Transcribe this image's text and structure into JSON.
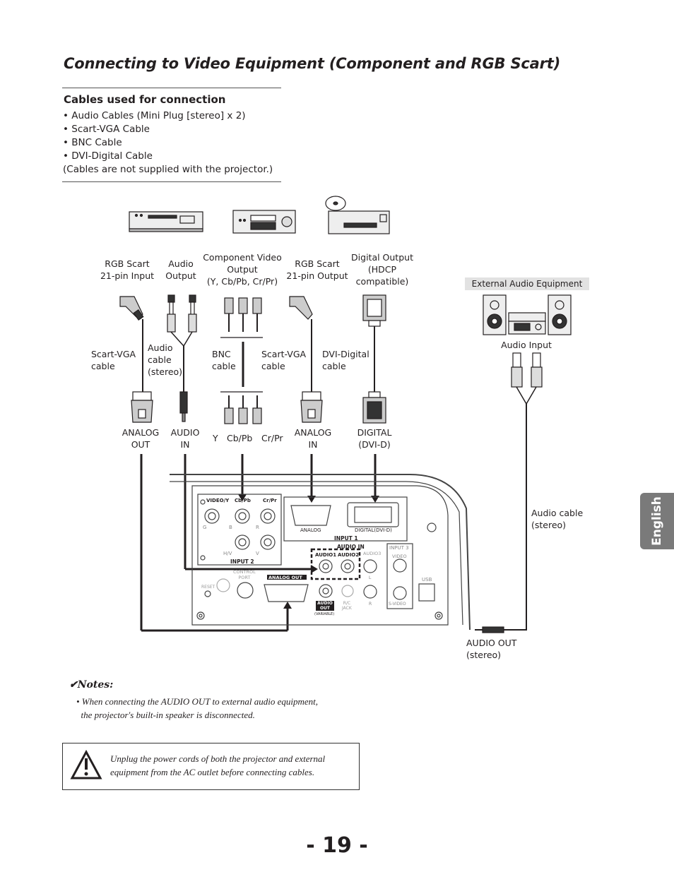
{
  "title": "Connecting to Video Equipment (Component and RGB Scart)",
  "cables": {
    "heading": "Cables used for connection",
    "items": [
      "• Audio Cables (Mini Plug [stereo] x 2)",
      "• Scart-VGA Cable",
      "• BNC Cable",
      "• DVI-Digital Cable",
      "(Cables are not supplied with the projector.)"
    ]
  },
  "sources": {
    "rgb_scart_input": [
      "RGB Scart",
      "21-pin Input"
    ],
    "audio_output": [
      "Audio",
      "Output"
    ],
    "component_output": [
      "Component Video",
      "Output",
      "(Y, Cb/Pb, Cr/Pr)"
    ],
    "rgb_scart_output": [
      "RGB Scart",
      "21-pin Output"
    ],
    "digital_output": [
      "Digital Output",
      "(HDCP",
      "compatible)"
    ]
  },
  "external_audio": "External Audio Equipment",
  "audio_input": "Audio Input",
  "cable_labels": {
    "scart_vga_1": [
      "Scart-VGA",
      "cable"
    ],
    "audio_cable": [
      "Audio",
      "cable",
      "(stereo)"
    ],
    "bnc": [
      "BNC",
      "cable"
    ],
    "scart_vga_2": [
      "Scart-VGA",
      "cable"
    ],
    "dvi": [
      "DVI-Digital",
      "cable"
    ],
    "audio_cable_right": [
      "Audio cable",
      "(stereo)"
    ]
  },
  "terminals": {
    "analog_out": [
      "ANALOG",
      "OUT"
    ],
    "audio_in": [
      "AUDIO",
      "IN"
    ],
    "y": "Y",
    "cbpb": "Cb/Pb",
    "crpr": "Cr/Pr",
    "analog_in": [
      "ANALOG",
      "IN"
    ],
    "digital": [
      "DIGITAL",
      "(DVI-D)"
    ],
    "audio_out": [
      "AUDIO OUT",
      "(stereo)"
    ]
  },
  "panel": {
    "video_y": "VIDEO/Y",
    "cb_pb": "Cb/Pb",
    "cr_pr": "Cr/Pr",
    "g": "G",
    "b": "B",
    "r": "R",
    "hv": "H/V",
    "v": "V",
    "input2": "INPUT 2",
    "analog": "ANALOG",
    "digital": "DIGITAL(DVI-D)",
    "input1": "INPUT 1",
    "audio_in": "AUDIO IN",
    "audio1": "AUDIO1",
    "audio2": "AUDIO2",
    "audio3": "AUDIO3",
    "input3": "INPUT 3",
    "video": "VIDEO",
    "usb": "USB",
    "control_port": [
      "CONTROL",
      "PORT"
    ],
    "reset": "RESET",
    "analog_out": "ANALOG OUT",
    "audio_out": [
      "AUDIO",
      "OUT"
    ],
    "variable": "(VARIABLE)",
    "rc_jack": [
      "R/C",
      "JACK"
    ],
    "s_video": "S-VIDEO",
    "l": "L",
    "r_small": "R"
  },
  "tab": "English",
  "notes": {
    "heading": "✔Notes:",
    "lines": [
      "• When connecting the AUDIO OUT to external audio equipment,",
      "  the projector's built-in speaker is disconnected."
    ]
  },
  "warning": {
    "lines": [
      "Unplug the power cords of both the projector and external",
      "equipment from the AC outlet before connecting cables."
    ]
  },
  "page_number": "- 19 -"
}
